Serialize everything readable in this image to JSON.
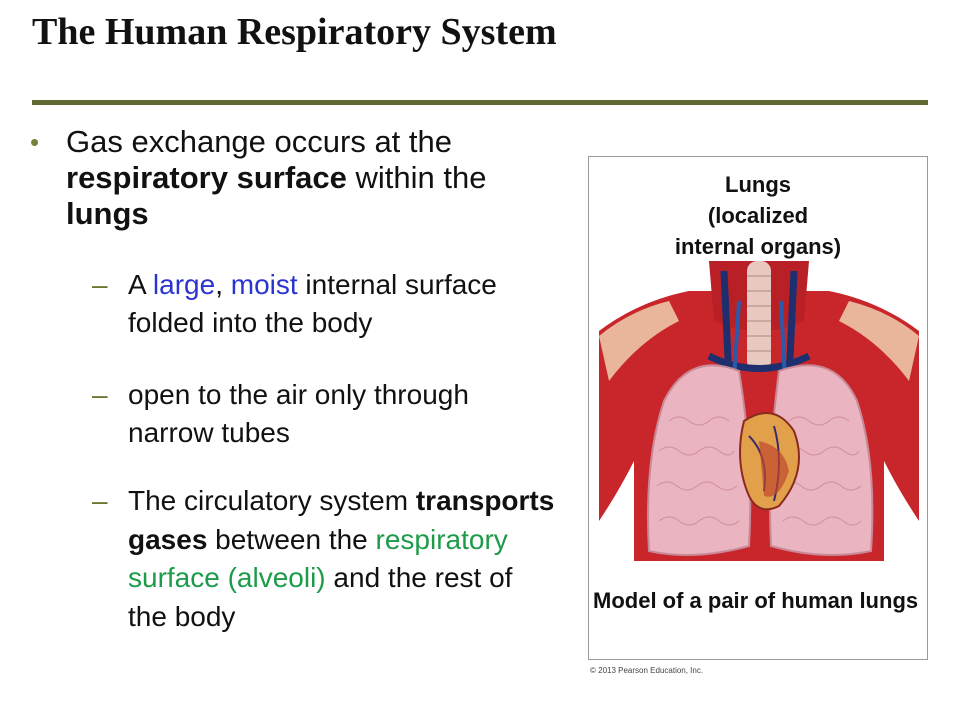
{
  "slide": {
    "title": "The Human Respiratory System",
    "bullet": {
      "marker": "•",
      "parts": [
        {
          "text": "Gas exchange occurs at the ",
          "style": "normal"
        },
        {
          "text": "respiratory surface",
          "style": "bold"
        },
        {
          "text": " within the ",
          "style": "normal"
        },
        {
          "text": "lungs",
          "style": "bold"
        }
      ]
    },
    "subbullets": [
      {
        "marker": "–",
        "parts": [
          {
            "text": "A ",
            "style": "normal"
          },
          {
            "text": "large",
            "style": "blue"
          },
          {
            "text": ", ",
            "style": "normal"
          },
          {
            "text": "moist",
            "style": "blue"
          },
          {
            "text": " internal surface folded into the body",
            "style": "normal"
          }
        ]
      },
      {
        "marker": "–",
        "parts": [
          {
            "text": "open to the air only through narrow tubes",
            "style": "normal"
          }
        ]
      },
      {
        "marker": "–",
        "parts": [
          {
            "text": "The circulatory system ",
            "style": "normal"
          },
          {
            "text": "transports gases",
            "style": "bold"
          },
          {
            "text": " between the ",
            "style": "normal"
          },
          {
            "text": "respiratory surface (alveoli)",
            "style": "green"
          },
          {
            "text": " and the rest of the body",
            "style": "normal"
          }
        ]
      }
    ]
  },
  "figure": {
    "label_line1": "Lungs",
    "label_line2": "(localized",
    "label_line3": "internal organs)",
    "caption": "Model of a pair of human lungs",
    "copyright": "© 2013 Pearson Education, Inc.",
    "image": "lungs-model-illustration"
  },
  "colors": {
    "title_rule": "#5f6b2e",
    "highlight_blue": "#2a35d0",
    "highlight_green": "#1e9b4a",
    "bullet_marker": "#7a7f3a"
  }
}
